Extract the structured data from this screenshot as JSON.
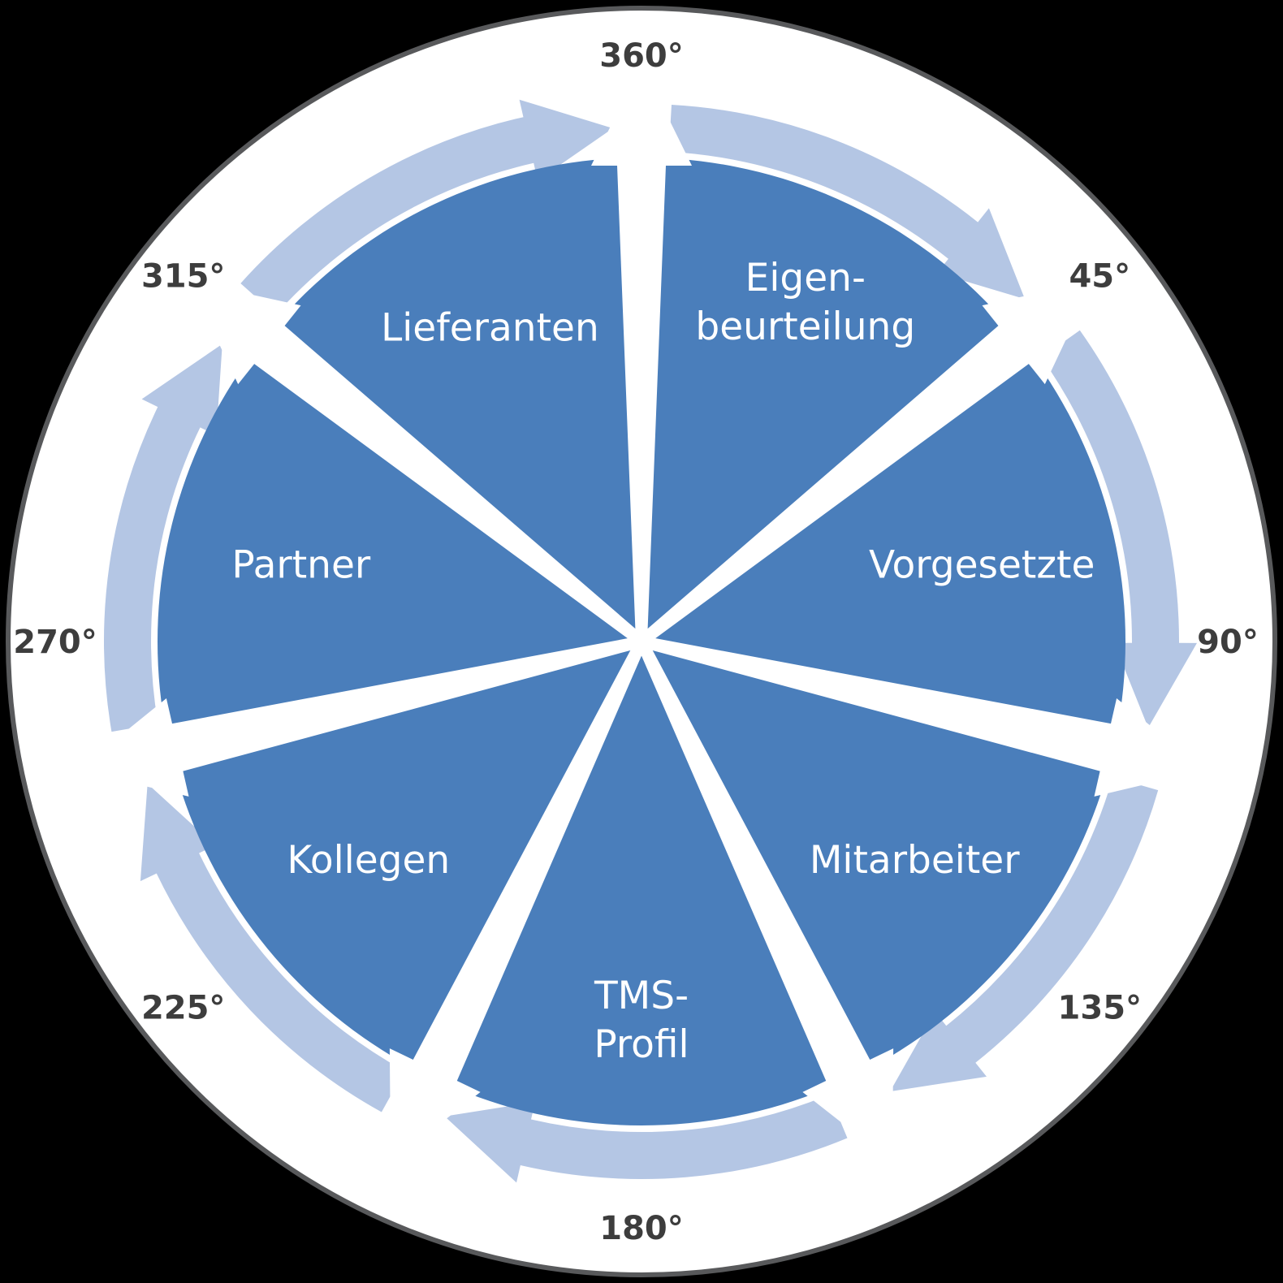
{
  "diagram": {
    "type": "cycle-wheel",
    "angle_ticks": [
      "360°",
      "45°",
      "90°",
      "135°",
      "180°",
      "225°",
      "270°",
      "315°"
    ],
    "segments": [
      {
        "label": "Eigen-\nbeurteilung"
      },
      {
        "label": "Vorgesetzte"
      },
      {
        "label": "Mitarbeiter"
      },
      {
        "label": "TMS-\nProfil"
      },
      {
        "label": "Kollegen"
      },
      {
        "label": "Partner"
      },
      {
        "label": "Lieferanten"
      }
    ],
    "colors": {
      "background": "#000000",
      "wheel_face": "#ffffff",
      "wheel_border": "#58595b",
      "segment_fill": "#4a7ebb",
      "arc_arrow": "#b4c6e4",
      "spoke": "#ffffff",
      "segment_text": "#ffffff",
      "tick_text": "#3d3d3d"
    }
  }
}
